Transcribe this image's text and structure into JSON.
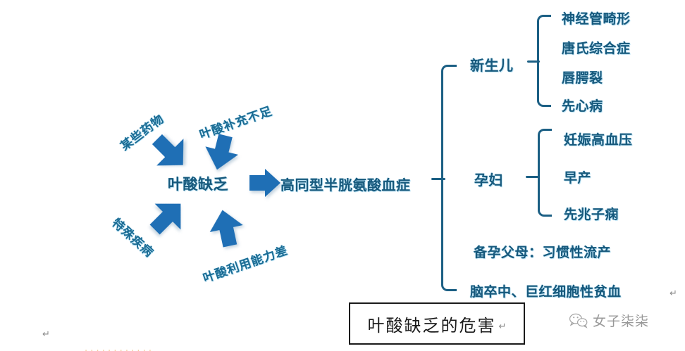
{
  "diagram": {
    "title": "叶酸缺乏的危害",
    "hub_label": "叶酸缺乏",
    "result_label": "高同型半胱氨酸血症",
    "colors": {
      "text": "#17597c",
      "arrow": "#1f6fb5",
      "bracket": "#1b5f84",
      "caption_border": "#1a1a1a",
      "watermark": "#5a5a5a"
    },
    "causes": [
      {
        "id": "certain-drugs",
        "label": "某些药物",
        "arrow": "down-right"
      },
      {
        "id": "insufficient-intake",
        "label": "叶酸补充不足",
        "arrow": "down"
      },
      {
        "id": "special-disease",
        "label": "特殊疾病",
        "arrow": "up-right"
      },
      {
        "id": "poor-utilization",
        "label": "叶酸利用能力差",
        "arrow": "up"
      }
    ],
    "branches": [
      {
        "id": "newborn",
        "head": "新生儿",
        "leaves": [
          "神经管畸形",
          "唐氏综合症",
          "唇腭裂",
          "先心病"
        ]
      },
      {
        "id": "pregnant-woman",
        "head": "孕妇",
        "leaves": [
          "妊娠高血压",
          "早产",
          "先兆子痫"
        ]
      }
    ],
    "plain_items": [
      {
        "id": "prospective-parents",
        "label": "备孕父母：习惯性流产"
      },
      {
        "id": "stroke-anemia",
        "label": "脑卒中、巨红细胞性贫血"
      }
    ]
  },
  "caption": {
    "text": "叶酸缺乏的危害",
    "return_mark": "↵"
  },
  "marks": {
    "top_return_mark": "↵",
    "left_return_mark": "↵"
  },
  "watermark": {
    "icon": "wechat-icon",
    "name": "女子柒柒"
  },
  "bottom_strip": {
    "text": "· · ·  ·  ·  ·    ·  ·  · ·    ·  ·"
  }
}
